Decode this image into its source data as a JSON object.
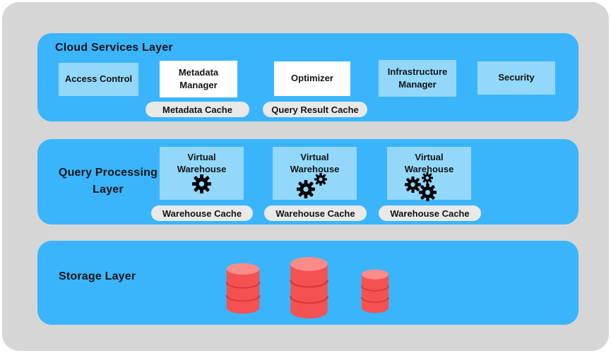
{
  "colors": {
    "canvas_background": "#d6d6d6",
    "layer_blue": "#3ab5fc",
    "box_light_blue": "#93d8fb",
    "box_white": "#ffffff",
    "pill_gray": "#e9e9e9",
    "text": "#141414",
    "gear_black": "#000000",
    "database_body": "#f45251",
    "database_top": "#fa8c8a",
    "database_edge": "#dd3a3a"
  },
  "layers": {
    "cloud": {
      "title": "Cloud Services Layer",
      "boxes": [
        {
          "label": "Access Control",
          "style": "light"
        },
        {
          "label": "Metadata Manager",
          "style": "white"
        },
        {
          "label": "Optimizer",
          "style": "white"
        },
        {
          "label": "Infrastructure Manager",
          "style": "light"
        },
        {
          "label": "Security",
          "style": "light"
        }
      ],
      "pills": [
        "Metadata Cache",
        "Query Result Cache"
      ]
    },
    "query": {
      "title_line1": "Query Processing",
      "title_line2": "Layer",
      "warehouses": [
        {
          "label": "Virtual Warehouse",
          "gears": 1
        },
        {
          "label": "Virtual Warehouse",
          "gears": 2
        },
        {
          "label": "Virtual Warehouse",
          "gears": 3
        }
      ],
      "pills": [
        "Warehouse Cache",
        "Warehouse Cache",
        "Warehouse Cache"
      ]
    },
    "storage": {
      "title": "Storage Layer",
      "database_count": 3
    }
  }
}
